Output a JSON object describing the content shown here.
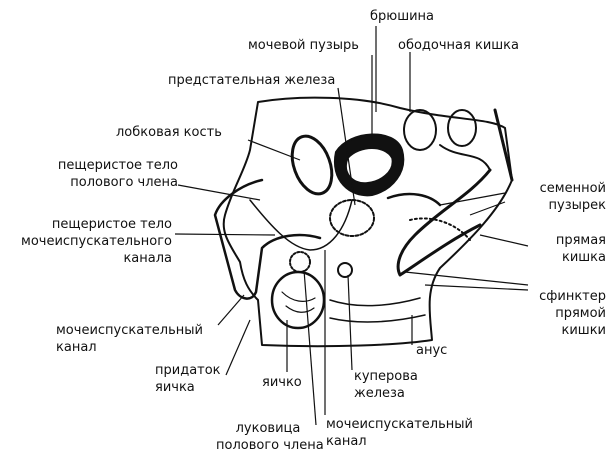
{
  "figure": {
    "labels": {
      "peritoneum": "брюшина",
      "bladder": "мочевой пузырь",
      "colon": "ободочная кишка",
      "prostate": "предстательная железа",
      "pubic_bone": "лобковая кость",
      "corpus_cavernosum": [
        "пещеристое тело",
        "полового члена"
      ],
      "corpus_spongiosum": [
        "пещеристое тело",
        "мочеиспускательного",
        "канала"
      ],
      "seminal_vesicle": [
        "семенной",
        "пузырек"
      ],
      "rectum": [
        "прямая",
        "кишка"
      ],
      "anal_sphincter": [
        "сфинктер",
        "прямой",
        "кишки"
      ],
      "urethra_left": [
        "мочеиспускательный",
        "канал"
      ],
      "epididymis": [
        "придаток",
        "яичка"
      ],
      "testis": "яичко",
      "anus": "анус",
      "cowper_gland": [
        "куперова",
        "железа"
      ],
      "bulb": [
        "луковица",
        "полового члена"
      ],
      "urethra_bottom": [
        "мочеиспускательный",
        "канал"
      ]
    }
  }
}
